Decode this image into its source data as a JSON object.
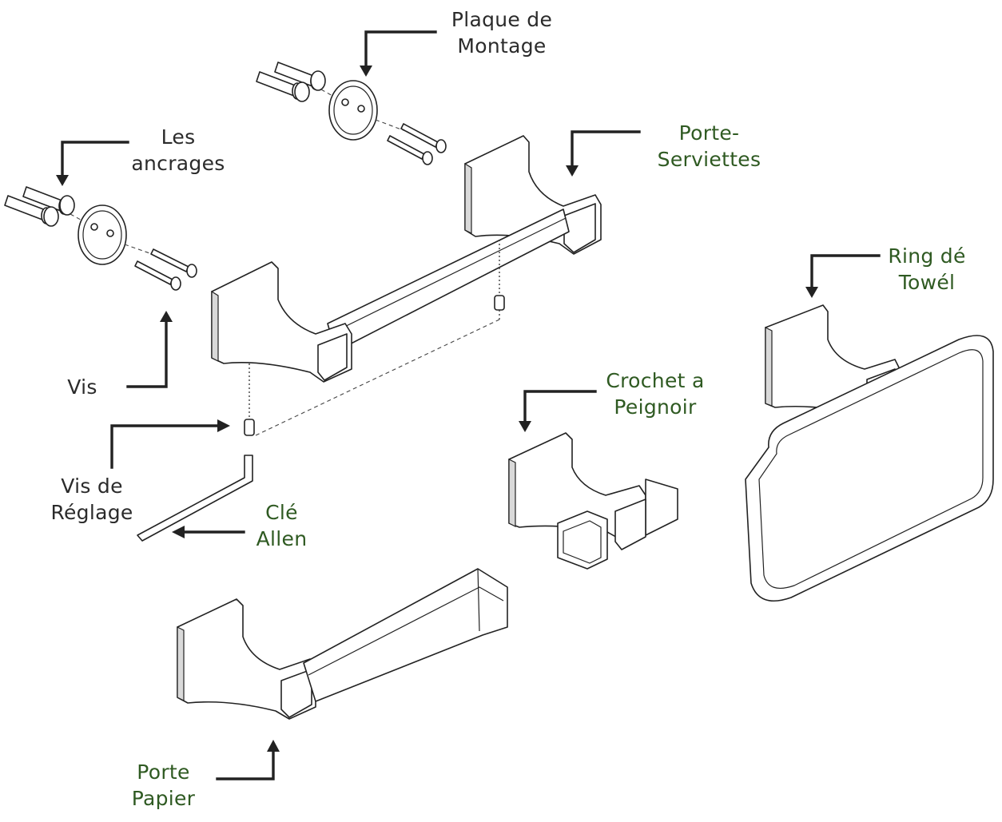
{
  "labels": {
    "plaque_de_montage": [
      "Plaque de",
      "Montage"
    ],
    "les_ancrages": [
      "Les",
      "ancrages"
    ],
    "porte_serviettes": [
      "Porte-",
      "Serviettes"
    ],
    "ring_de_towel": [
      "Ring dé",
      "Towél"
    ],
    "vis": "Vis",
    "crochet_a_peignoir": [
      "Crochet a",
      "Peignoir"
    ],
    "vis_de_reglage": [
      "Vis de",
      "Réglage"
    ],
    "cle_allen": [
      "Clé",
      "Allen"
    ],
    "porte_papier": [
      "Porte",
      "Papier"
    ]
  },
  "colors": {
    "label_dark": "#2b2b2b",
    "label_green": "#2f5a22",
    "line": "#222222"
  }
}
